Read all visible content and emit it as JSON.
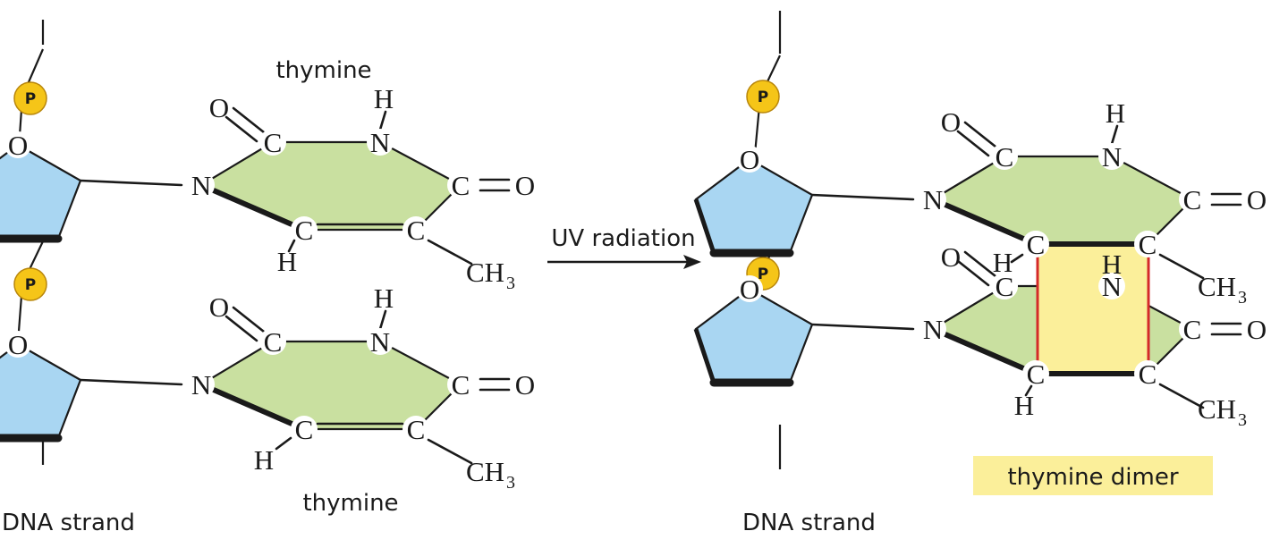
{
  "labels": {
    "thymine_top": "thymine",
    "thymine_bottom": "thymine",
    "dna_strand_left": "DNA strand",
    "dna_strand_right": "DNA strand",
    "uv_radiation": "UV radiation",
    "thymine_dimer": "thymine dimer"
  },
  "atoms": {
    "phosphate": "P",
    "ring_oxygen": "O",
    "oxygen": "O",
    "nitrogen": "N",
    "hydrogen": "H",
    "carbon": "C",
    "methyl_c": "CH",
    "methyl_sub": "3"
  },
  "colors": {
    "sugar": "#a9d6f2",
    "base": "#c9e0a0",
    "phosphate": "#f5c518",
    "dimer_highlight": "#fbef9a",
    "dimer_label_bg": "#fbef9a",
    "crosslink": "#d42a2a"
  }
}
